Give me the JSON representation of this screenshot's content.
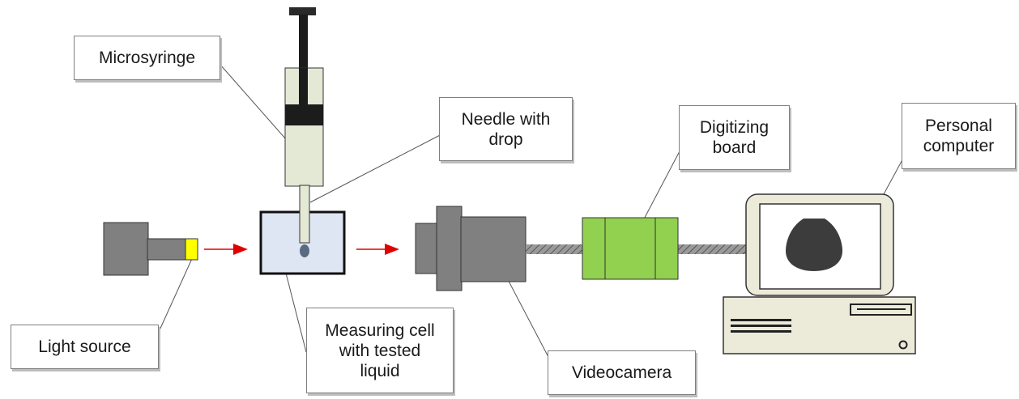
{
  "labels": {
    "microsyringe": "Microsyringe",
    "needle_line1": "Needle with",
    "needle_line2": "drop",
    "digitizing_line1": "Digitizing",
    "digitizing_line2": "board",
    "computer_line1": "Personal",
    "computer_line2": "computer",
    "light_source": "Light source",
    "cell_line1": "Measuring cell",
    "cell_line2": "with tested",
    "cell_line3": "liquid",
    "videocamera": "Videocamera"
  },
  "colors": {
    "device_gray": "#808080",
    "syringe_fill": "#e4e9d6",
    "plunger_black": "#1c1c1c",
    "cell_fill": "#dfe6f3",
    "lamp_yellow": "#ffff00",
    "board_green": "#92d050",
    "arrow_red": "#e00000",
    "computer_fill": "#ecebd9",
    "drop_dark": "#3c3c3c"
  },
  "icons": {
    "arrow": "red-arrow-right",
    "cable": "hatched-cable"
  }
}
